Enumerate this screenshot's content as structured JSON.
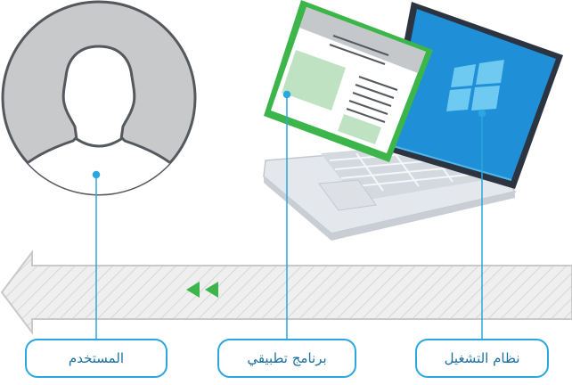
{
  "labels": {
    "user": "المستخدم",
    "app": "برنامج تطبيقي",
    "os": "نظام التشغيل"
  },
  "icons": [
    "user-avatar-icon",
    "laptop-icon",
    "app-window-icon",
    "windows-logo-icon",
    "double-chevron-left-icon"
  ],
  "colors": {
    "accent_blue": "#2aa7de",
    "label_text": "#1b6f9f",
    "app_green": "#3cb54a",
    "screen_blue": "#1f8fd8",
    "avatar_gray": "#c8c9cb",
    "arrow_fill": "#ececec",
    "arrow_stroke": "#c9c9c9"
  }
}
